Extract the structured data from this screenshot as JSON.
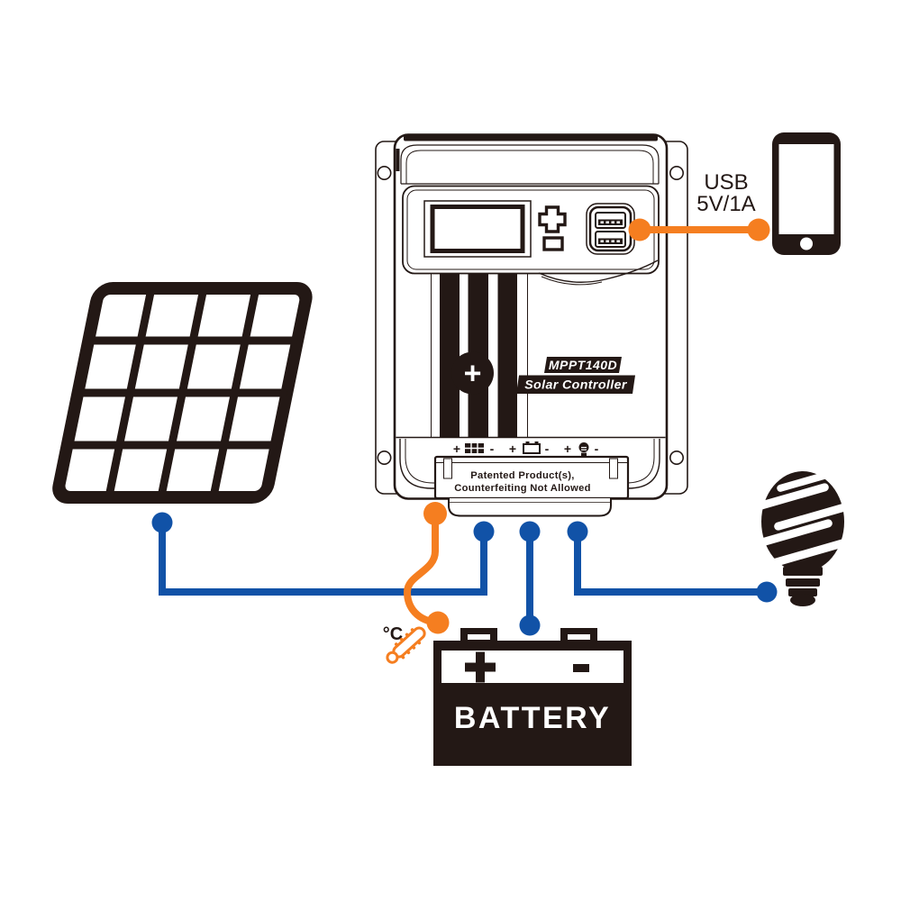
{
  "controller": {
    "model_badge": "MPPT140D",
    "name_badge": "Solar Controller",
    "patent_line1": "Patented Product(s),",
    "patent_line2": "Counterfeiting Not Allowed",
    "center_plus": "+",
    "terminals": {
      "solar": {
        "plus": "+",
        "minus": "-",
        "icon": "solar-panel-mini-icon"
      },
      "battery": {
        "plus": "+",
        "minus": "-",
        "icon": "battery-mini-icon"
      },
      "load": {
        "plus": "+",
        "minus": "-",
        "icon": "bulb-mini-icon"
      }
    }
  },
  "usb_output": {
    "line1": "USB",
    "line2": "5V/1A"
  },
  "battery": {
    "label": "BATTERY",
    "positive": "+",
    "negative": "-"
  },
  "temperature_sensor": {
    "unit": "°C"
  },
  "icons": {
    "solar_panel": "solar-panel-icon",
    "smartphone": "smartphone-icon",
    "load_bulb": "cfl-bulb-icon",
    "battery": "battery-icon",
    "temp_probe": "temperature-probe-icon"
  },
  "colors": {
    "wire_blue": "#1152a7",
    "wire_orange": "#f57e20",
    "ink": "#231815"
  }
}
